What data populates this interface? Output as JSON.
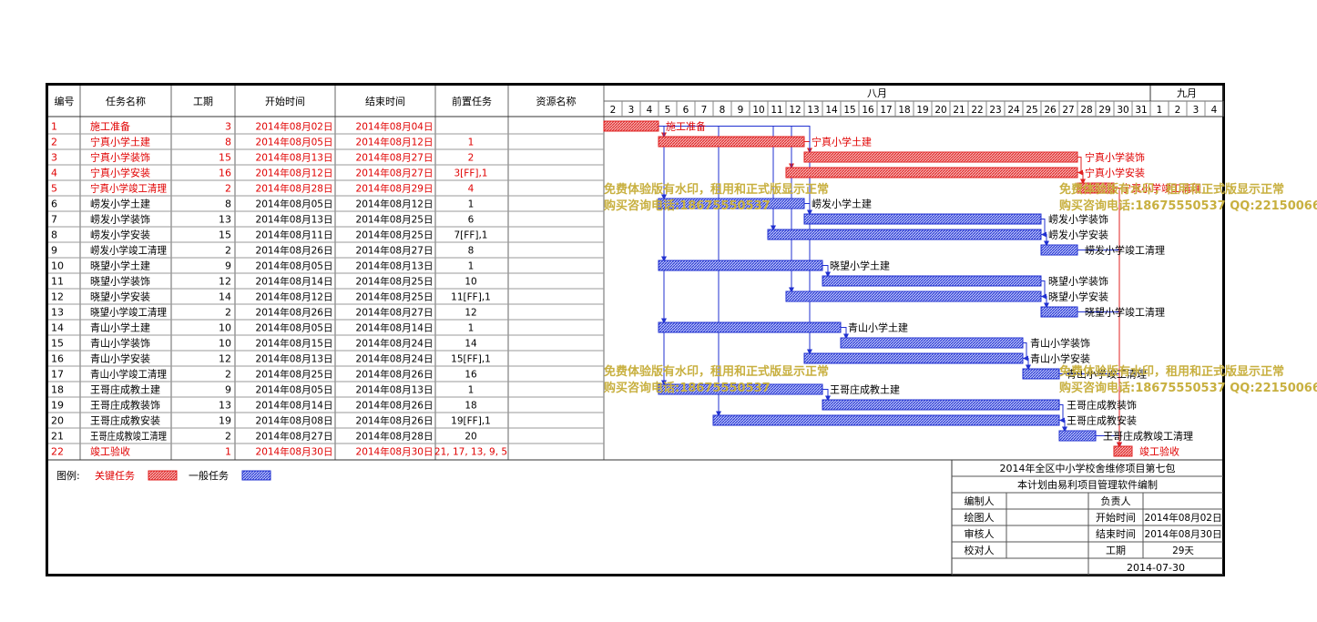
{
  "chart_data": {
    "type": "gantt",
    "columns": [
      "编号",
      "任务名称",
      "工期",
      "开始时间",
      "结束时间",
      "前置任务",
      "资源名称"
    ],
    "timescale": {
      "months": [
        {
          "label": "八月",
          "days": [
            "2",
            "3",
            "4",
            "5",
            "6",
            "7",
            "8",
            "9",
            "10",
            "11",
            "12",
            "13",
            "14",
            "15",
            "16",
            "17",
            "18",
            "19",
            "20",
            "21",
            "22",
            "23",
            "24",
            "25",
            "26",
            "27",
            "28",
            "29",
            "30",
            "31"
          ]
        },
        {
          "label": "九月",
          "days": [
            "1",
            "2",
            "3",
            "4"
          ]
        }
      ]
    },
    "tasks": [
      {
        "id": "1",
        "name": "施工准备",
        "duration": "3",
        "start": "2014年08月02日",
        "end": "2014年08月04日",
        "pred": "",
        "critical": true,
        "s": 2,
        "e": 4
      },
      {
        "id": "2",
        "name": "宁真小学土建",
        "duration": "8",
        "start": "2014年08月05日",
        "end": "2014年08月12日",
        "pred": "1",
        "critical": true,
        "s": 5,
        "e": 12
      },
      {
        "id": "3",
        "name": "宁真小学装饰",
        "duration": "15",
        "start": "2014年08月13日",
        "end": "2014年08月27日",
        "pred": "2",
        "critical": true,
        "s": 13,
        "e": 27
      },
      {
        "id": "4",
        "name": "宁真小学安装",
        "duration": "16",
        "start": "2014年08月12日",
        "end": "2014年08月27日",
        "pred": "3[FF],1",
        "critical": true,
        "s": 12,
        "e": 27
      },
      {
        "id": "5",
        "name": "宁真小学竣工清理",
        "duration": "2",
        "start": "2014年08月28日",
        "end": "2014年08月29日",
        "pred": "4",
        "critical": true,
        "s": 28,
        "e": 29
      },
      {
        "id": "6",
        "name": "崂发小学土建",
        "duration": "8",
        "start": "2014年08月05日",
        "end": "2014年08月12日",
        "pred": "1",
        "critical": false,
        "s": 5,
        "e": 12
      },
      {
        "id": "7",
        "name": "崂发小学装饰",
        "duration": "13",
        "start": "2014年08月13日",
        "end": "2014年08月25日",
        "pred": "6",
        "critical": false,
        "s": 13,
        "e": 25
      },
      {
        "id": "8",
        "name": "崂发小学安装",
        "duration": "15",
        "start": "2014年08月11日",
        "end": "2014年08月25日",
        "pred": "7[FF],1",
        "critical": false,
        "s": 11,
        "e": 25
      },
      {
        "id": "9",
        "name": "崂发小学竣工清理",
        "duration": "2",
        "start": "2014年08月26日",
        "end": "2014年08月27日",
        "pred": "8",
        "critical": false,
        "s": 26,
        "e": 27
      },
      {
        "id": "10",
        "name": "晓望小学土建",
        "duration": "9",
        "start": "2014年08月05日",
        "end": "2014年08月13日",
        "pred": "1",
        "critical": false,
        "s": 5,
        "e": 13
      },
      {
        "id": "11",
        "name": "晓望小学装饰",
        "duration": "12",
        "start": "2014年08月14日",
        "end": "2014年08月25日",
        "pred": "10",
        "critical": false,
        "s": 14,
        "e": 25
      },
      {
        "id": "12",
        "name": "晓望小学安装",
        "duration": "14",
        "start": "2014年08月12日",
        "end": "2014年08月25日",
        "pred": "11[FF],1",
        "critical": false,
        "s": 12,
        "e": 25
      },
      {
        "id": "13",
        "name": "晓望小学竣工清理",
        "duration": "2",
        "start": "2014年08月26日",
        "end": "2014年08月27日",
        "pred": "12",
        "critical": false,
        "s": 26,
        "e": 27
      },
      {
        "id": "14",
        "name": "青山小学土建",
        "duration": "10",
        "start": "2014年08月05日",
        "end": "2014年08月14日",
        "pred": "1",
        "critical": false,
        "s": 5,
        "e": 14
      },
      {
        "id": "15",
        "name": "青山小学装饰",
        "duration": "10",
        "start": "2014年08月15日",
        "end": "2014年08月24日",
        "pred": "14",
        "critical": false,
        "s": 15,
        "e": 24
      },
      {
        "id": "16",
        "name": "青山小学安装",
        "duration": "12",
        "start": "2014年08月13日",
        "end": "2014年08月24日",
        "pred": "15[FF],1",
        "critical": false,
        "s": 13,
        "e": 24
      },
      {
        "id": "17",
        "name": "青山小学竣工清理",
        "duration": "2",
        "start": "2014年08月25日",
        "end": "2014年08月26日",
        "pred": "16",
        "critical": false,
        "s": 25,
        "e": 26
      },
      {
        "id": "18",
        "name": "王哥庄成教土建",
        "duration": "9",
        "start": "2014年08月05日",
        "end": "2014年08月13日",
        "pred": "1",
        "critical": false,
        "s": 5,
        "e": 13
      },
      {
        "id": "19",
        "name": "王哥庄成教装饰",
        "duration": "13",
        "start": "2014年08月14日",
        "end": "2014年08月26日",
        "pred": "18",
        "critical": false,
        "s": 14,
        "e": 26
      },
      {
        "id": "20",
        "name": "王哥庄成教安装",
        "duration": "19",
        "start": "2014年08月08日",
        "end": "2014年08月26日",
        "pred": "19[FF],1",
        "critical": false,
        "s": 8,
        "e": 26
      },
      {
        "id": "21",
        "name": "王哥庄成教竣工清理",
        "duration": "2",
        "start": "2014年08月27日",
        "end": "2014年08月28日",
        "pred": "20",
        "critical": false,
        "s": 27,
        "e": 28
      },
      {
        "id": "22",
        "name": "竣工验收",
        "duration": "1",
        "start": "2014年08月30日",
        "end": "2014年08月30日",
        "pred": "21, 17, 13, 9, 5",
        "critical": true,
        "s": 30,
        "e": 30
      }
    ],
    "legend": {
      "title": "图例:",
      "critical": "关键任务",
      "normal": "一般任务"
    },
    "colors": {
      "critical": "#e02020",
      "normal": "#2030d0",
      "critical_text": "#e00000",
      "watermark": "#c8b040"
    },
    "watermark": {
      "line1_a": "免费体验版有水印，租用和正式版显示正常",
      "line2_a": "购买咨询电话:18675550537",
      "line1_b": "免费体验版有水印，租用和正式版显示正常",
      "line2_b": "购买咨询电话:18675550537 QQ:22150066"
    },
    "info": {
      "title": "2014年全区中小学校舍维修项目第七包",
      "subtitle": "本计划由易利项目管理软件编制",
      "rows": [
        {
          "l1": "编制人",
          "v1": "",
          "l2": "负责人",
          "v2": ""
        },
        {
          "l1": "绘图人",
          "v1": "",
          "l2": "开始时间",
          "v2": "2014年08月02日"
        },
        {
          "l1": "审核人",
          "v1": "",
          "l2": "结束时间",
          "v2": "2014年08月30日"
        },
        {
          "l1": "校对人",
          "v1": "",
          "l2": "工期",
          "v2": "29天"
        }
      ],
      "date": "2014-07-30"
    }
  }
}
